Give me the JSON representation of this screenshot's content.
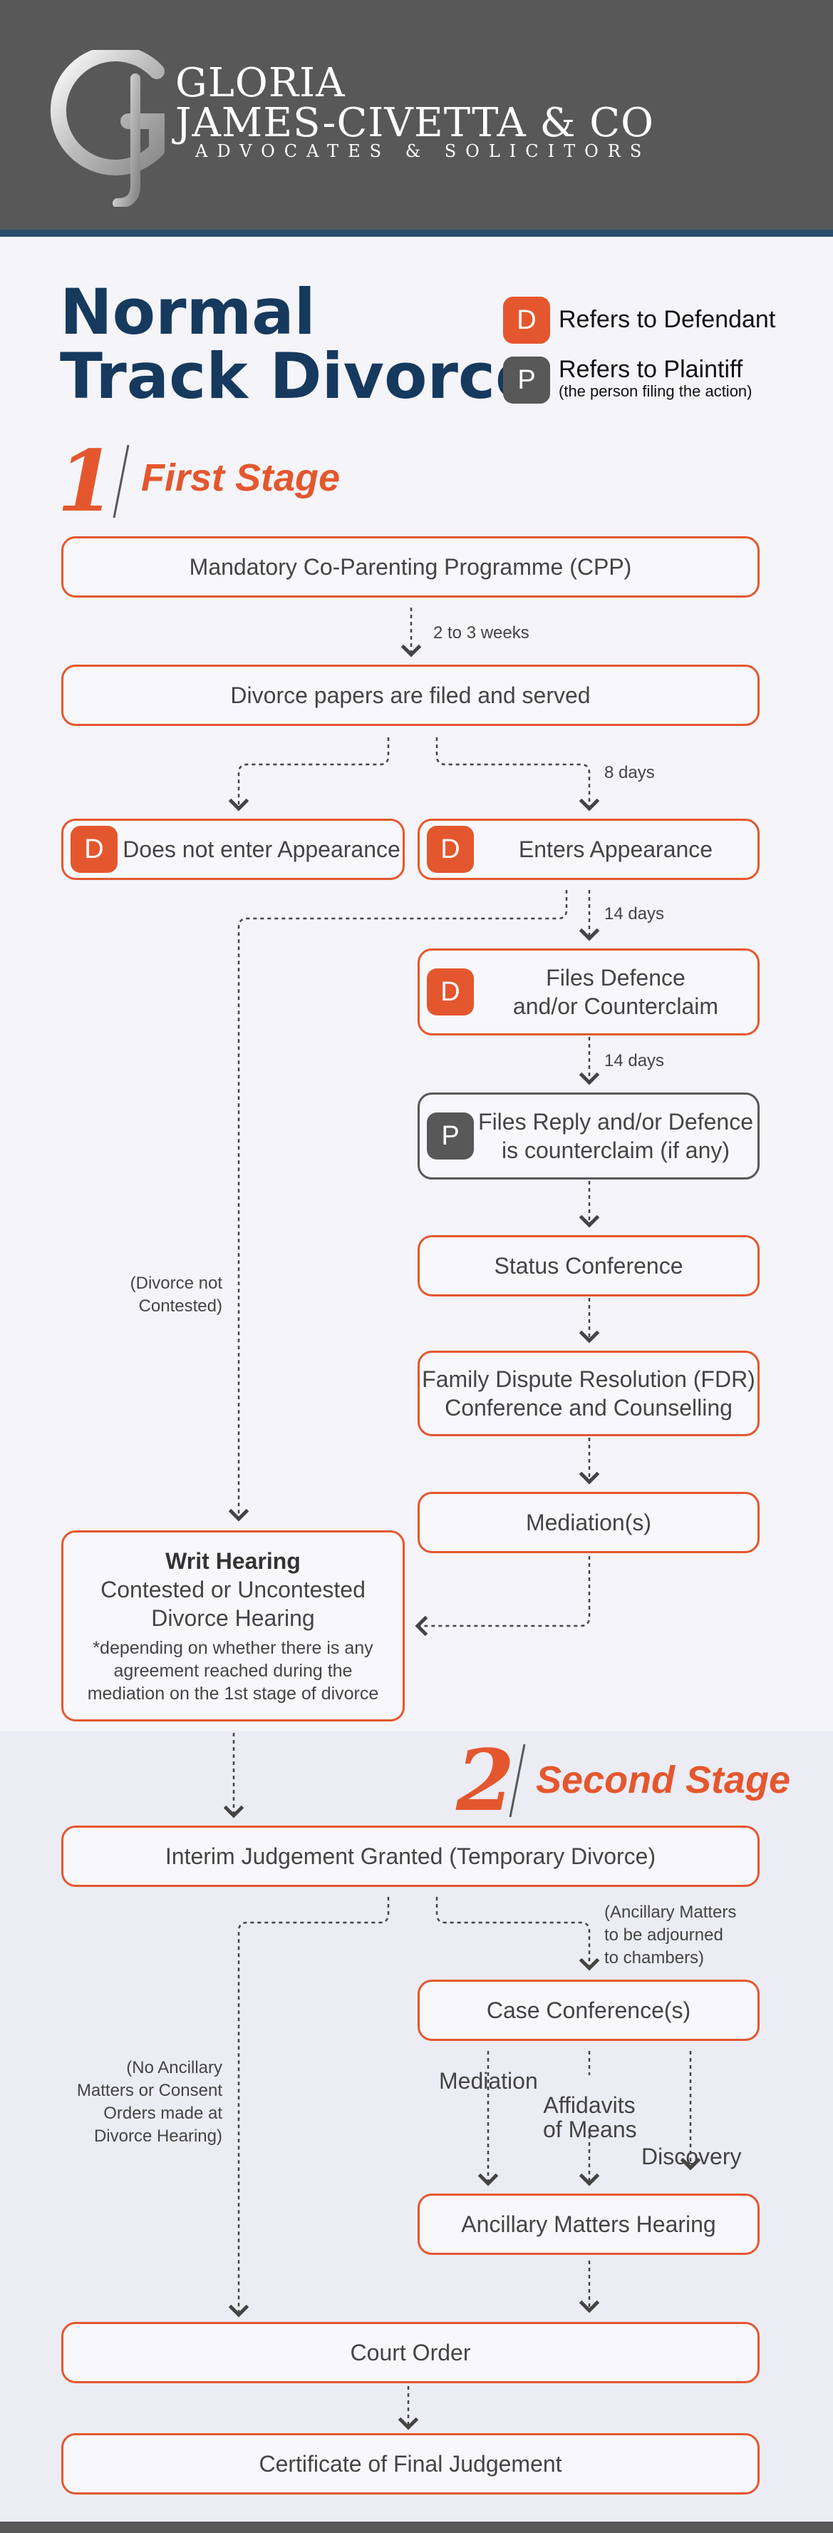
{
  "firm": {
    "name_line1": "GLORIA",
    "name_line2": "JAMES-CIVETTA & CO",
    "tagline": "ADVOCATES & SOLICITORS"
  },
  "title": {
    "line1": "Normal",
    "line2": "Track Divorce"
  },
  "legend": {
    "defendant_badge": "D",
    "defendant_text": "Refers to Defendant",
    "plaintiff_badge": "P",
    "plaintiff_text": "Refers to Plaintiff",
    "plaintiff_note": "(the person filing the action)"
  },
  "stages": {
    "first": {
      "number": "1",
      "label": "First Stage"
    },
    "second": {
      "number": "2",
      "label": "Second Stage"
    }
  },
  "nodes": {
    "cpp": "Mandatory Co-Parenting Programme (CPP)",
    "filed": "Divorce papers are filed and served",
    "no_appearance": "Does not enter Appearance",
    "appearance": "Enters Appearance",
    "defence_line1": "Files Defence",
    "defence_line2": "and/or Counterclaim",
    "reply_line1": "Files Reply and/or Defence",
    "reply_line2": "is counterclaim (if any)",
    "status_conf": "Status Conference",
    "fdr_line1": "Family Dispute Resolution (FDR)",
    "fdr_line2": "Conference and Counselling",
    "mediation": "Mediation(s)",
    "writ_title": "Writ Hearing",
    "writ_line1": "Contested or Uncontested",
    "writ_line2": "Divorce Hearing",
    "writ_note1": "*depending on whether there is any",
    "writ_note2": "agreement reached during the",
    "writ_note3": "mediation on the 1st stage of divorce",
    "interim": "Interim Judgement Granted (Temporary Divorce)",
    "case_conf": "Case Conference(s)",
    "ancillary": "Ancillary Matters Hearing",
    "court_order": "Court Order",
    "certificate": "Certificate of Final Judgement"
  },
  "badges": {
    "defendant": "D",
    "plaintiff": "P"
  },
  "notes": {
    "weeks": "2 to 3 weeks",
    "eight_days": "8 days",
    "fourteen_days_1": "14 days",
    "fourteen_days_2": "14 days",
    "not_contested_1": "(Divorce not",
    "not_contested_2": "Contested)",
    "adjourned_1": "(Ancillary Matters",
    "adjourned_2": "to be adjourned",
    "adjourned_3": "to chambers)",
    "no_ancillary_1": "(No Ancillary",
    "no_ancillary_2": "Matters or Consent",
    "no_ancillary_3": "Orders made at",
    "no_ancillary_4": "Divorce Hearing)"
  },
  "branches": {
    "mediation": "Mediation",
    "affidavits_1": "Affidavits",
    "affidavits_2": "of Means",
    "discovery": "Discovery"
  },
  "colors": {
    "accent": "#e4572e",
    "navy": "#16395e",
    "header": "#585858"
  }
}
